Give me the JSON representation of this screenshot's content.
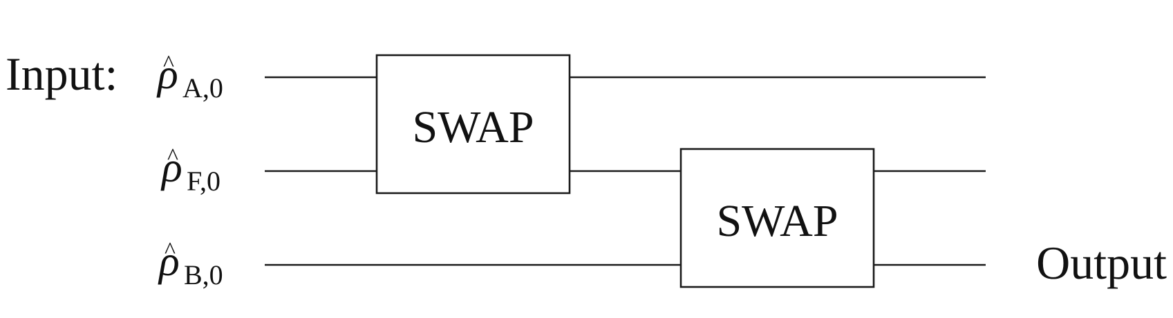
{
  "diagram": {
    "input_label": "Input:",
    "output_label": "Output",
    "symbol": "ρ",
    "hat": "^",
    "inputs": [
      {
        "subscript": "A,0"
      },
      {
        "subscript": "F,0"
      },
      {
        "subscript": "B,0"
      }
    ],
    "gates": [
      {
        "label": "SWAP",
        "wires": [
          "A",
          "F"
        ]
      },
      {
        "label": "SWAP",
        "wires": [
          "F",
          "B"
        ]
      }
    ]
  }
}
